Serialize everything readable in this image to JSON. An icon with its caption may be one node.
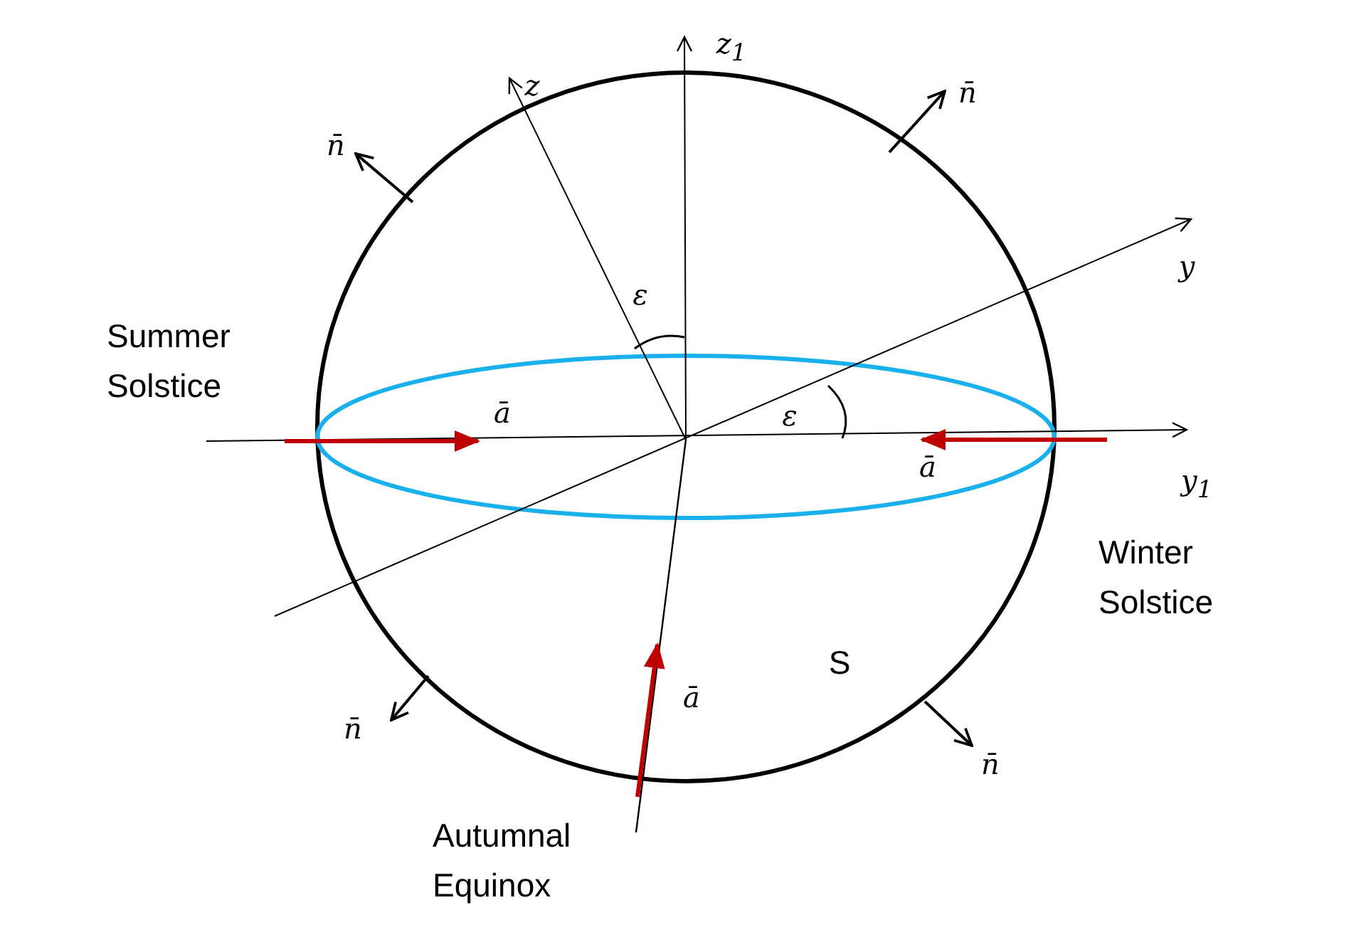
{
  "diagram": {
    "labels": [
      "z$_{1}$",
      "z",
      "n̄",
      "n̄",
      "y",
      "ε",
      "Summer Solstice",
      "ā",
      "ε",
      "ā",
      "y$_{1}$",
      "Winter Solstice",
      "S",
      "ā",
      "n̄",
      "n̄",
      "Autumnal Equinox"
    ]
  }
}
